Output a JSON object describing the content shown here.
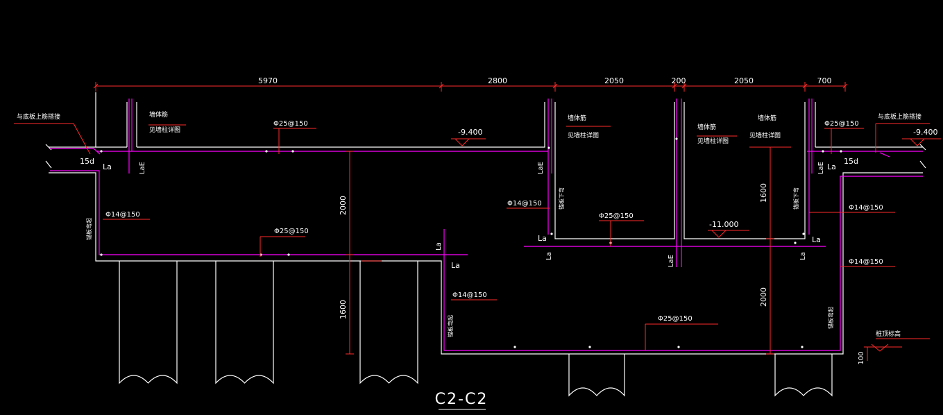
{
  "colors": {
    "background": "#000000",
    "outline": "#ffffff",
    "rebar": "#ff00ff",
    "dimension": "#ff2a2a",
    "leader": "#ff2a2a",
    "label": "#ffffff"
  },
  "title": "C2-C2",
  "dimensions": {
    "top": [
      "5970",
      "2800",
      "2050",
      "200",
      "2050",
      "700"
    ],
    "vertical": [
      "2000",
      "1600",
      "1600",
      "2000",
      "100"
    ]
  },
  "elevations": [
    "-9.400",
    "-11.000",
    "-9.400"
  ],
  "rebar_labels": {
    "top_slab": "Φ25@150",
    "top_right": "Φ25@150",
    "bottom_left": "Φ25@150",
    "pit_mid": "Φ25@150",
    "bottom_right": "Φ25@150",
    "wall_left": "Φ14@150",
    "wall_center": "Φ14@150",
    "wall_pit": "Φ14@150",
    "wall_right_1": "Φ14@150",
    "wall_right_2": "Φ14@150"
  },
  "notes": {
    "left_slab": "与底板上筋搭接",
    "right_slab": "与底板上筋搭接",
    "wall_rebar_1": "墙体筋",
    "wall_detail_1": "见墙柱详图",
    "wall_rebar_2": "墙体筋",
    "wall_detail_2": "见墙柱详图",
    "wall_rebar_3": "墙体筋",
    "wall_detail_3": "见墙柱详图",
    "wall_rebar_4": "墙体筋",
    "wall_detail_4": "见墙柱详图",
    "pile_top": "桩顶标高",
    "bent_left": "锚板弯起",
    "bent_center": "锚板弯起",
    "bent_right": "锚板弯起",
    "turn_down_1": "锚板下弯",
    "turn_down_2": "锚板下弯"
  },
  "anchor_labels": {
    "la": "La",
    "lae": "LaE",
    "hook_left": "15d",
    "hook_right": "15d"
  }
}
